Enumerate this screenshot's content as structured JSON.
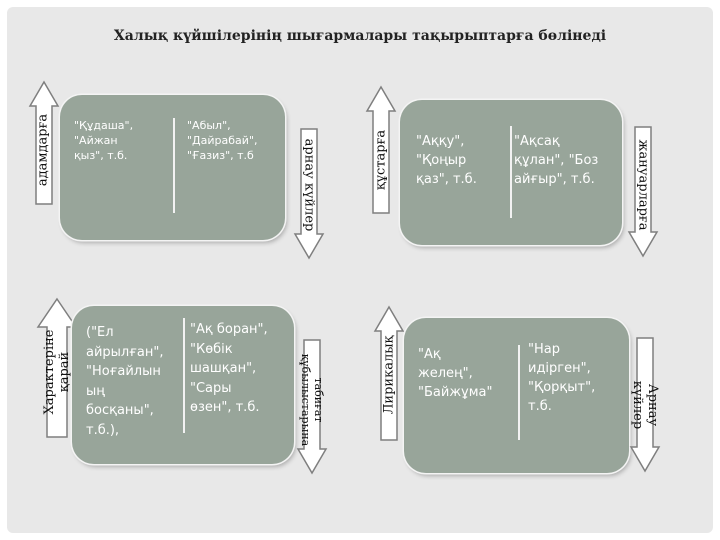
{
  "title": "Халық күйшілерінің шығармалары тақырыптарға бөлінеді",
  "quadrants": [
    {
      "left_label": "адамдарға",
      "right_label": "арнау күйлер",
      "col1": "\"Құдаша\",\n\"Айжан\nқыз\", т.б.",
      "col2": "\"Абыл\",\n\"Дайрабай\",\n\"Ғазиз\", т.б"
    },
    {
      "left_label": "құстарға",
      "right_label": "жануарларға",
      "col1": "\"Аққу\",\n\"Қоңыр\nқаз\", т.б.",
      "col2": "\"Ақсақ\nқұлан\", \"Боз\nайғыр\", т.б."
    },
    {
      "left_label": "Характеріне\nқарай",
      "right_label": "табиғат\nқұбылыстарына",
      "col1": "(\"Ел\nайрылған\",\n\"Ноғайлын\nың\nбосқаны\",\nт.б.),",
      "col2": "\"Ақ боран\",\n\"Көбік\nшашқан\",\n\"Сары\nөзен\", т.б."
    },
    {
      "left_label": "Лирикалық",
      "right_label": "Арнау күйлер",
      "col1": "\"Ақ\nжелең\",\n\"Байжұма\"",
      "col2": "\"Нар\nидірген\",\n\"Қорқыт\",\nт.б."
    }
  ]
}
